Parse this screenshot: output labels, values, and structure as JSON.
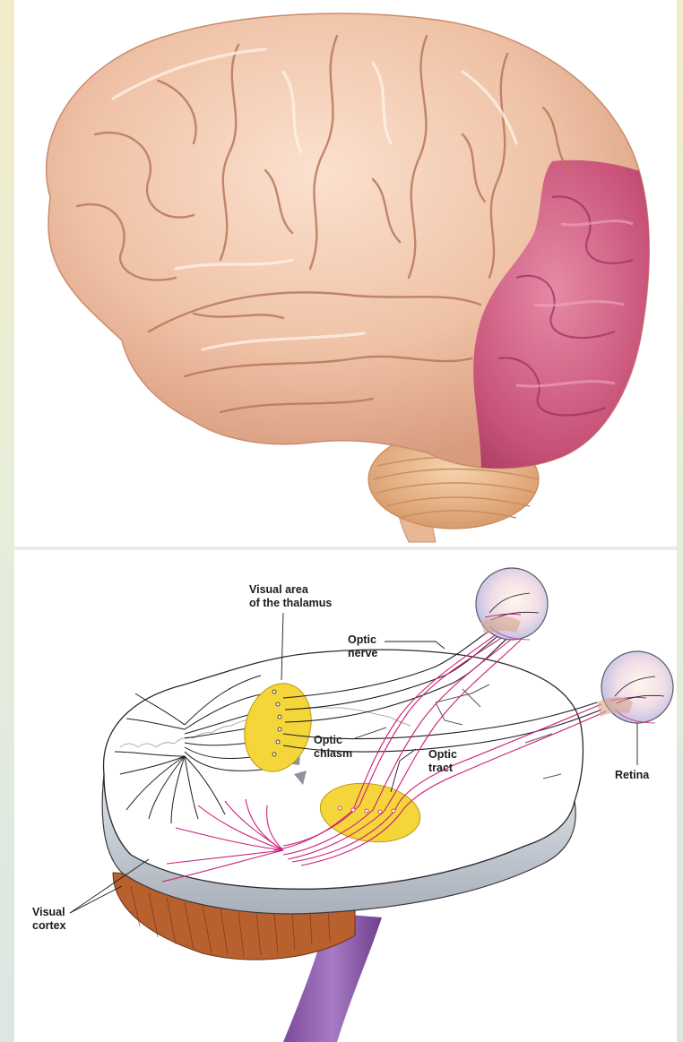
{
  "labels": {
    "visual_area_line1": "Visual area",
    "visual_area_line2": "of the thalamus",
    "optic_nerve_line1": "Optic",
    "optic_nerve_line2": "nerve",
    "optic_chiasm_line1": "Optic",
    "optic_chiasm_line2": "chiasm",
    "optic_tract_line1": "Optic",
    "optic_tract_line2": "tract",
    "retina": "Retina",
    "visual_cortex_line1": "Visual",
    "visual_cortex_line2": "cortex"
  },
  "colors": {
    "brain_skin": "#f0c4a8",
    "occipital_lobe": "#c8587a",
    "cerebellum": "#eab88c",
    "thalamus_fill": "#f4d53a",
    "visual_pathway": "#cc1f7a",
    "gray_matter": "#c9ced6",
    "cerebellum_section": "#b85a2a",
    "brainstem": "#8b5ba6"
  }
}
